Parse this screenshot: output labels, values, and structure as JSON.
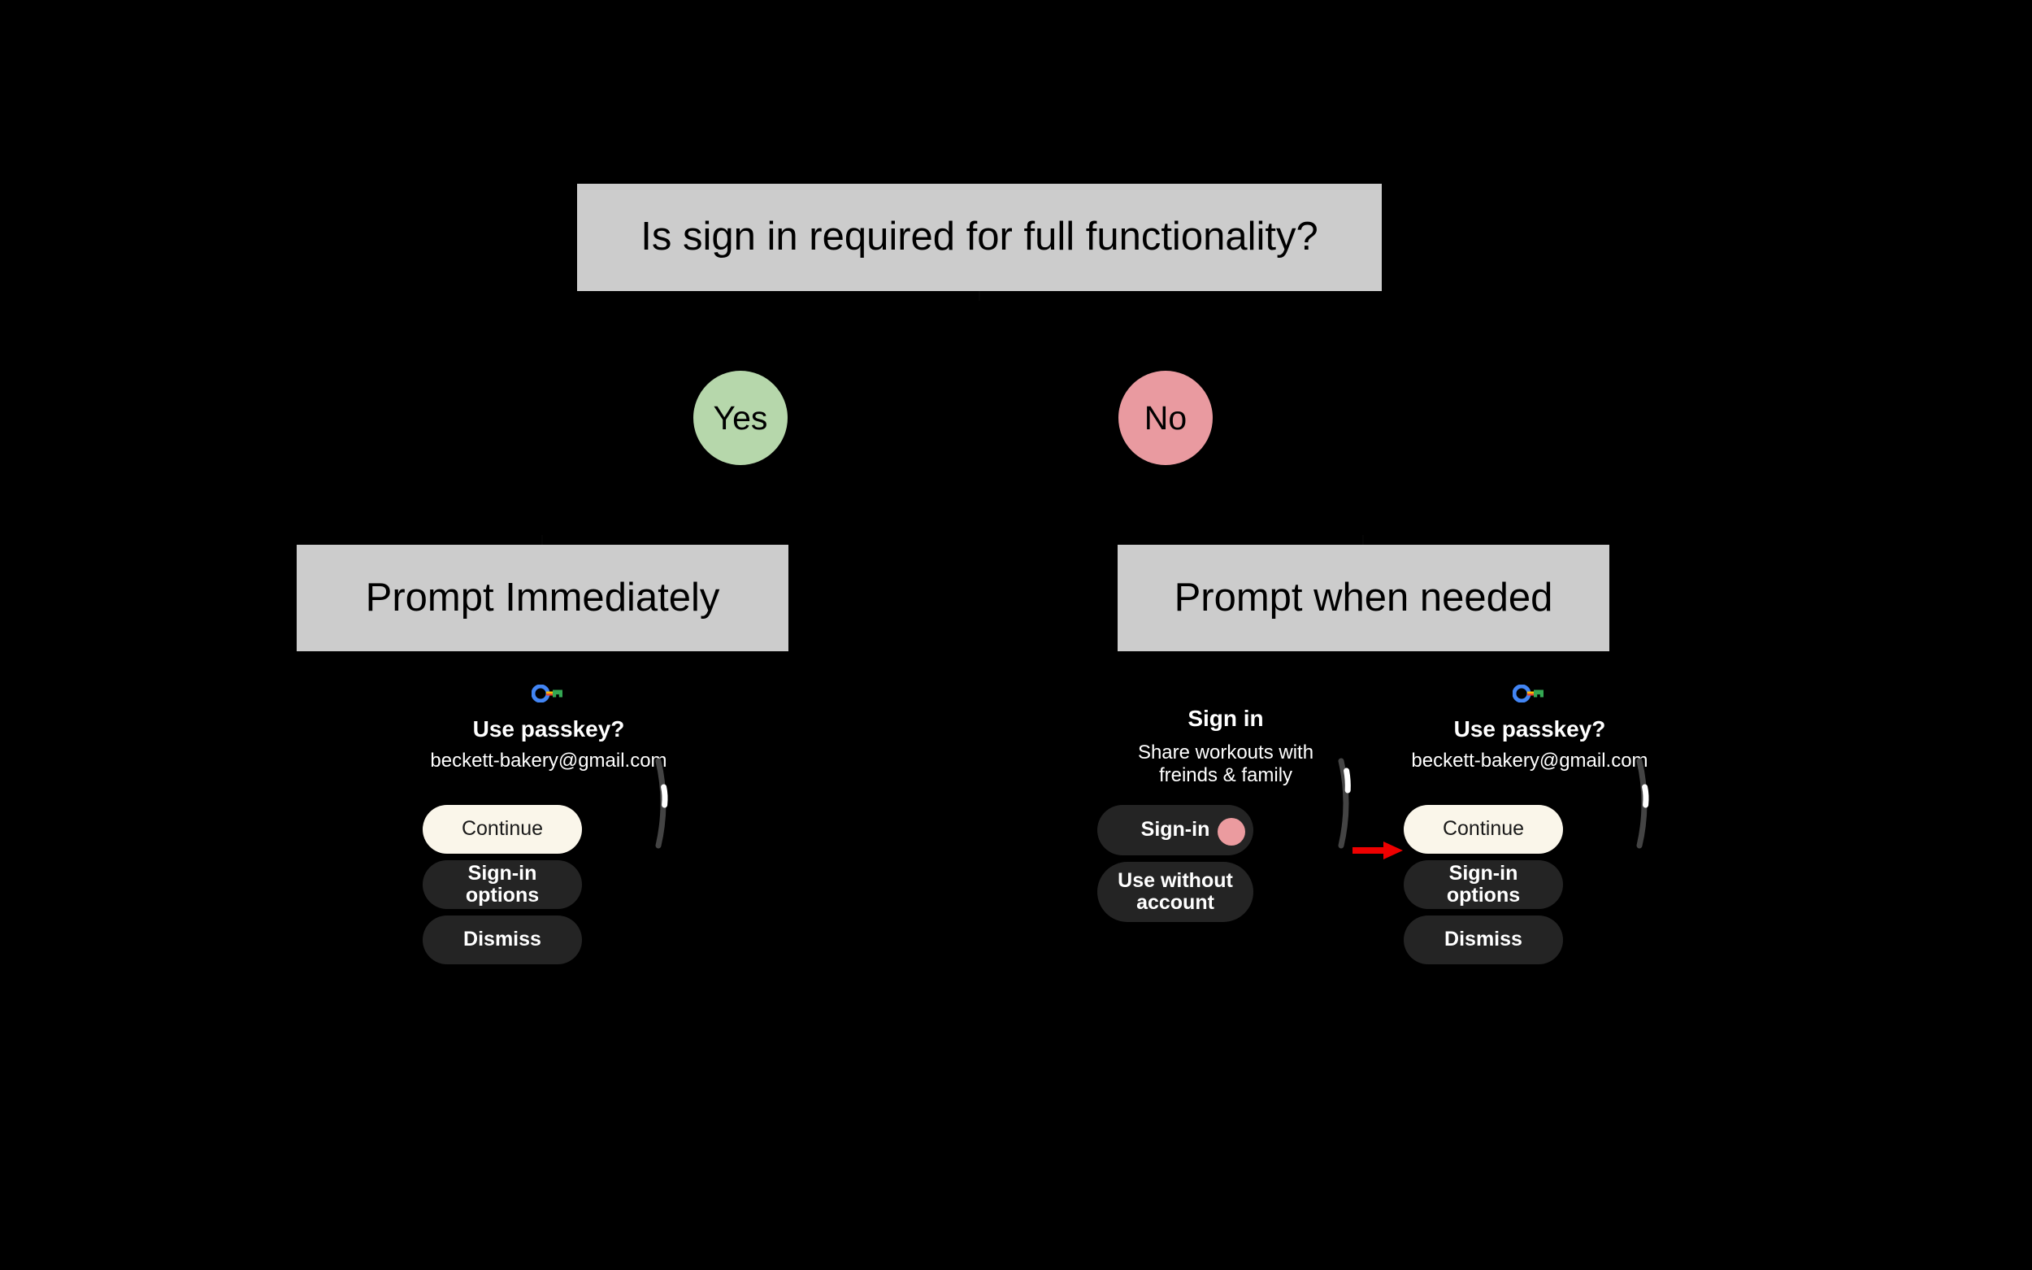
{
  "background_color": "#000000",
  "flowchart": {
    "question_box": {
      "label": "Is sign in required for full functionality?",
      "fill": "#cccccc",
      "text_color": "#000000"
    },
    "branches": [
      {
        "label": "Yes",
        "fill": "#b6d7ab",
        "text_color": "#000000"
      },
      {
        "label": "No",
        "fill": "#e99aa0",
        "text_color": "#000000"
      }
    ],
    "outcome_boxes": [
      {
        "label": "Prompt Immediately",
        "fill": "#cccccc",
        "text_color": "#000000"
      },
      {
        "label": "Prompt when needed",
        "fill": "#cccccc",
        "text_color": "#000000"
      }
    ]
  },
  "mockups": {
    "left_passkey": {
      "icon": "google-passkey-icon",
      "title": "Use passkey?",
      "subtitle": "beckett-bakery@gmail.com",
      "buttons": [
        {
          "label": "Continue",
          "style": "primary"
        },
        {
          "label": "Sign-in options",
          "style": "dark"
        },
        {
          "label": "Dismiss",
          "style": "dark"
        }
      ],
      "scroll_indicator": "visible"
    },
    "middle_signin": {
      "title": "Sign in",
      "subtitle": "Share workouts with freinds & family",
      "buttons": [
        {
          "label": "Sign-in",
          "style": "dark",
          "tap_dot": true
        },
        {
          "label": "Use without account",
          "style": "dark",
          "tap_dot": false
        }
      ],
      "tap_dot_color": "#eb9b9f",
      "scroll_indicator": "visible"
    },
    "right_passkey": {
      "icon": "google-passkey-icon",
      "title": "Use passkey?",
      "subtitle": "beckett-bakery@gmail.com",
      "buttons": [
        {
          "label": "Continue",
          "style": "primary"
        },
        {
          "label": "Sign-in options",
          "style": "dark"
        },
        {
          "label": "Dismiss",
          "style": "dark"
        }
      ],
      "scroll_indicator": "visible"
    }
  },
  "annotations": {
    "arrow": {
      "name": "red-arrow",
      "color": "#ee0000",
      "direction": "right"
    }
  },
  "palette": {
    "box_gray": "#cccccc",
    "yes_green": "#b6d7ab",
    "no_pink": "#e99aa0",
    "button_dark": "#242424",
    "button_primary": "#faf6ea",
    "arrow_red": "#ee0000",
    "text_white": "#ffffff"
  }
}
